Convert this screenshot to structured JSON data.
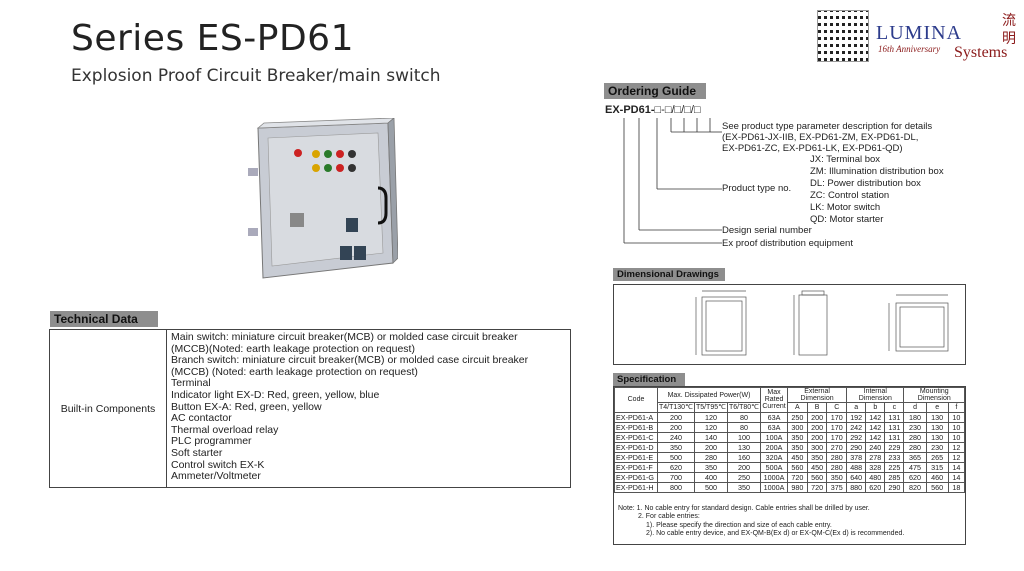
{
  "header": {
    "title": "Series ES-PD61",
    "subtitle": "Explosion Proof Circuit Breaker/main switch"
  },
  "logo": {
    "brand": "LUMINA",
    "anniversary": "16th Anniversary",
    "systems": "Systems",
    "chinese_1": "流",
    "chinese_2": "明",
    "brand_color": "#2d3c8c",
    "accent_color": "#8b1a1a"
  },
  "technical_data": {
    "label": "Technical Data",
    "row_label": "Built-in Components",
    "lines": [
      "Main switch: miniature circuit breaker(MCB) or molded case circuit breaker",
      "(MCCB)(Noted: earth leakage protection on request)",
      "Branch switch: miniature circuit breaker(MCB) or molded case circuit breaker",
      "(MCCB) (Noted: earth leakage protection on request)",
      "Terminal",
      "Indicator light EX-D: Red, green, yellow, blue",
      "Button EX-A: Red, green, yellow",
      "AC contactor",
      "Thermal overload relay",
      "PLC programmer",
      "Soft starter",
      "Control switch EX-K",
      "Ammeter/Voltmeter"
    ]
  },
  "ordering_guide": {
    "label": "Ordering Guide",
    "code_prefix": "EX-PD61-",
    "code_boxes": "□-□/□/□/□",
    "description": [
      "See product type parameter description for details",
      "(EX-PD61-JX-IIB, EX-PD61-ZM, EX-PD61-DL,",
      "EX-PD61-ZC, EX-PD61-LK, EX-PD61-QD)"
    ],
    "product_type_label": "Product type no.",
    "types": [
      "JX: Terminal box",
      "ZM: Illumination distribution box",
      "DL: Power distribution box",
      "ZC: Control station",
      "LK: Motor switch",
      "QD: Motor starter"
    ],
    "design_serial": "Design serial number",
    "ex_proof": "Ex proof distribution equipment"
  },
  "dimensional_drawings": {
    "label": "Dimensional Drawings"
  },
  "specification": {
    "label": "Specification",
    "headers": {
      "code": "Code",
      "power": "Max. Dissipated Power(W)",
      "t4": "T4/T130℃",
      "t5": "T5/T95℃",
      "t6": "T6/T80℃",
      "rated_current": "Max Rated Current",
      "external": "External Dimension",
      "internal": "Internal Dimension",
      "mounting": "Mounting Dimension",
      "letters": [
        "A",
        "B",
        "C",
        "a",
        "b",
        "c",
        "d",
        "e",
        "f"
      ]
    },
    "rows": [
      [
        "EX-PD61-A",
        "200",
        "120",
        "80",
        "63A",
        "250",
        "200",
        "170",
        "192",
        "142",
        "131",
        "180",
        "130",
        "10"
      ],
      [
        "EX-PD61-B",
        "200",
        "120",
        "80",
        "63A",
        "300",
        "200",
        "170",
        "242",
        "142",
        "131",
        "230",
        "130",
        "10"
      ],
      [
        "EX-PD61-C",
        "240",
        "140",
        "100",
        "100A",
        "350",
        "200",
        "170",
        "292",
        "142",
        "131",
        "280",
        "130",
        "10"
      ],
      [
        "EX-PD61-D",
        "350",
        "200",
        "130",
        "200A",
        "350",
        "300",
        "270",
        "290",
        "240",
        "229",
        "280",
        "230",
        "12"
      ],
      [
        "EX-PD61-E",
        "500",
        "280",
        "160",
        "320A",
        "450",
        "350",
        "280",
        "378",
        "278",
        "233",
        "365",
        "265",
        "12"
      ],
      [
        "EX-PD61-F",
        "620",
        "350",
        "200",
        "500A",
        "560",
        "450",
        "280",
        "488",
        "328",
        "225",
        "475",
        "315",
        "14"
      ],
      [
        "EX-PD61-G",
        "700",
        "400",
        "250",
        "1000A",
        "720",
        "560",
        "350",
        "640",
        "480",
        "285",
        "620",
        "460",
        "14"
      ],
      [
        "EX-PD61-H",
        "800",
        "500",
        "350",
        "1000A",
        "980",
        "720",
        "375",
        "880",
        "620",
        "290",
        "820",
        "560",
        "18"
      ]
    ],
    "notes": [
      "Note: 1. No cable entry for standard design. Cable entries shall be drilled by user.",
      "2. For cable entries:",
      "1). Please specify the direction and size of each cable entry.",
      "2). No cable entry device, and EX-QM-B(Ex d) or EX-QM-C(Ex d) is recommended."
    ]
  }
}
